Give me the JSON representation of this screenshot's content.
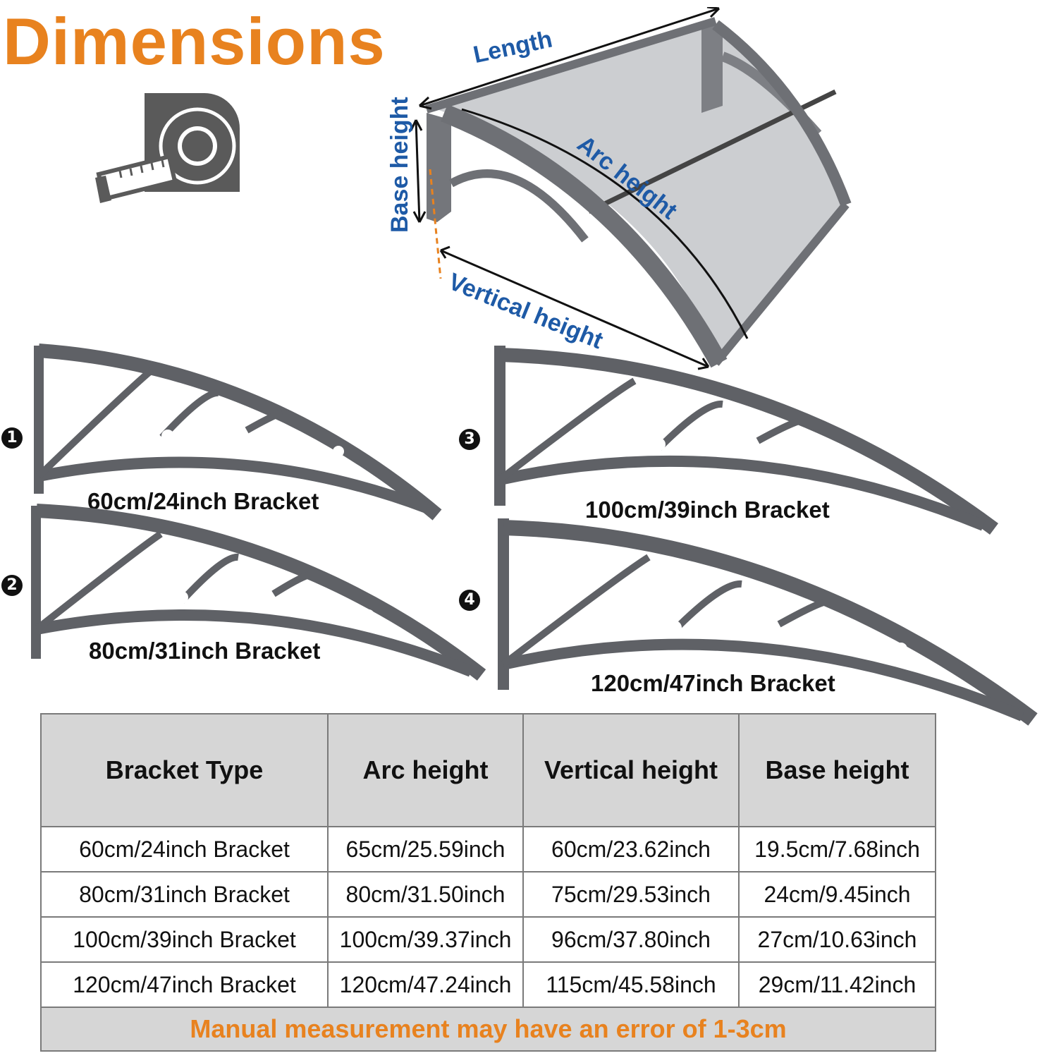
{
  "title": "Dimensions",
  "icons": {
    "tape_measure": "tape-measure-icon"
  },
  "diagram_labels": {
    "length": "Length",
    "arc_height": "Arc height",
    "base_height": "Base height",
    "vertical_height": "Vertical height"
  },
  "brackets": [
    {
      "number": "1",
      "label": "60cm/24inch Bracket"
    },
    {
      "number": "2",
      "label": "80cm/31inch Bracket"
    },
    {
      "number": "3",
      "label": "100cm/39inch Bracket"
    },
    {
      "number": "4",
      "label": "120cm/47inch Bracket"
    }
  ],
  "table": {
    "headers": [
      "Bracket Type",
      "Arc height",
      "Vertical height",
      "Base height"
    ],
    "rows": [
      [
        "60cm/24inch Bracket",
        "65cm/25.59inch",
        "60cm/23.62inch",
        "19.5cm/7.68inch"
      ],
      [
        "80cm/31inch Bracket",
        "80cm/31.50inch",
        "75cm/29.53inch",
        "24cm/9.45inch"
      ],
      [
        "100cm/39inch Bracket",
        "100cm/39.37inch",
        "96cm/37.80inch",
        "27cm/10.63inch"
      ],
      [
        "120cm/47inch Bracket",
        "120cm/47.24inch",
        "115cm/45.58inch",
        "29cm/11.42inch"
      ]
    ],
    "note": "Manual measurement may have an error of 1-3cm"
  },
  "colors": {
    "accent": "#e8821f",
    "label_blue": "#1e5aa6",
    "bracket_gray": "#5f6166",
    "header_bg": "#d6d6d6"
  }
}
